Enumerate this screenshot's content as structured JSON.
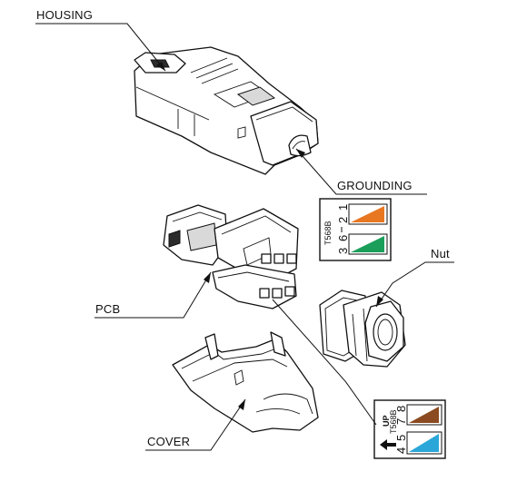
{
  "labels": {
    "housing": "HOUSING",
    "grounding": "GROUNDING",
    "nut": "Nut",
    "pcb": "PCB",
    "cover": "COVER"
  },
  "wiring_top": {
    "standard": "T568B",
    "pins": [
      "3",
      "6",
      "2",
      "1"
    ],
    "colors": {
      "orange": "#e87722",
      "green": "#1a9e5a"
    }
  },
  "wiring_bottom": {
    "standard": "T568B",
    "up": "UP",
    "pins": [
      "4",
      "5",
      "7",
      "8"
    ],
    "colors": {
      "brown": "#8b4a1f",
      "blue": "#2aa7d8"
    }
  }
}
